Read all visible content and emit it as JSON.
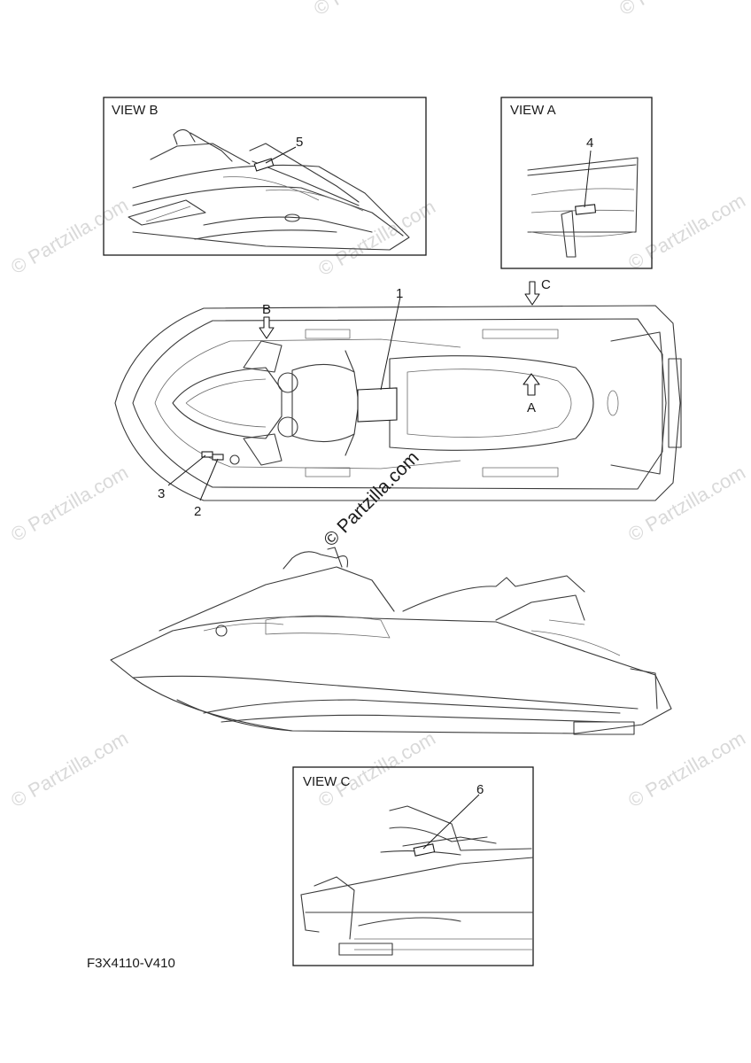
{
  "views": {
    "view_b": "VIEW B",
    "view_a": "VIEW A",
    "view_c": "VIEW C"
  },
  "callouts": [
    "1",
    "2",
    "3",
    "4",
    "5",
    "6"
  ],
  "direction_markers": {
    "a": "A",
    "b": "B",
    "c": "C"
  },
  "part_code": "F3X4110-V410",
  "watermark": "© Partzilla.com"
}
